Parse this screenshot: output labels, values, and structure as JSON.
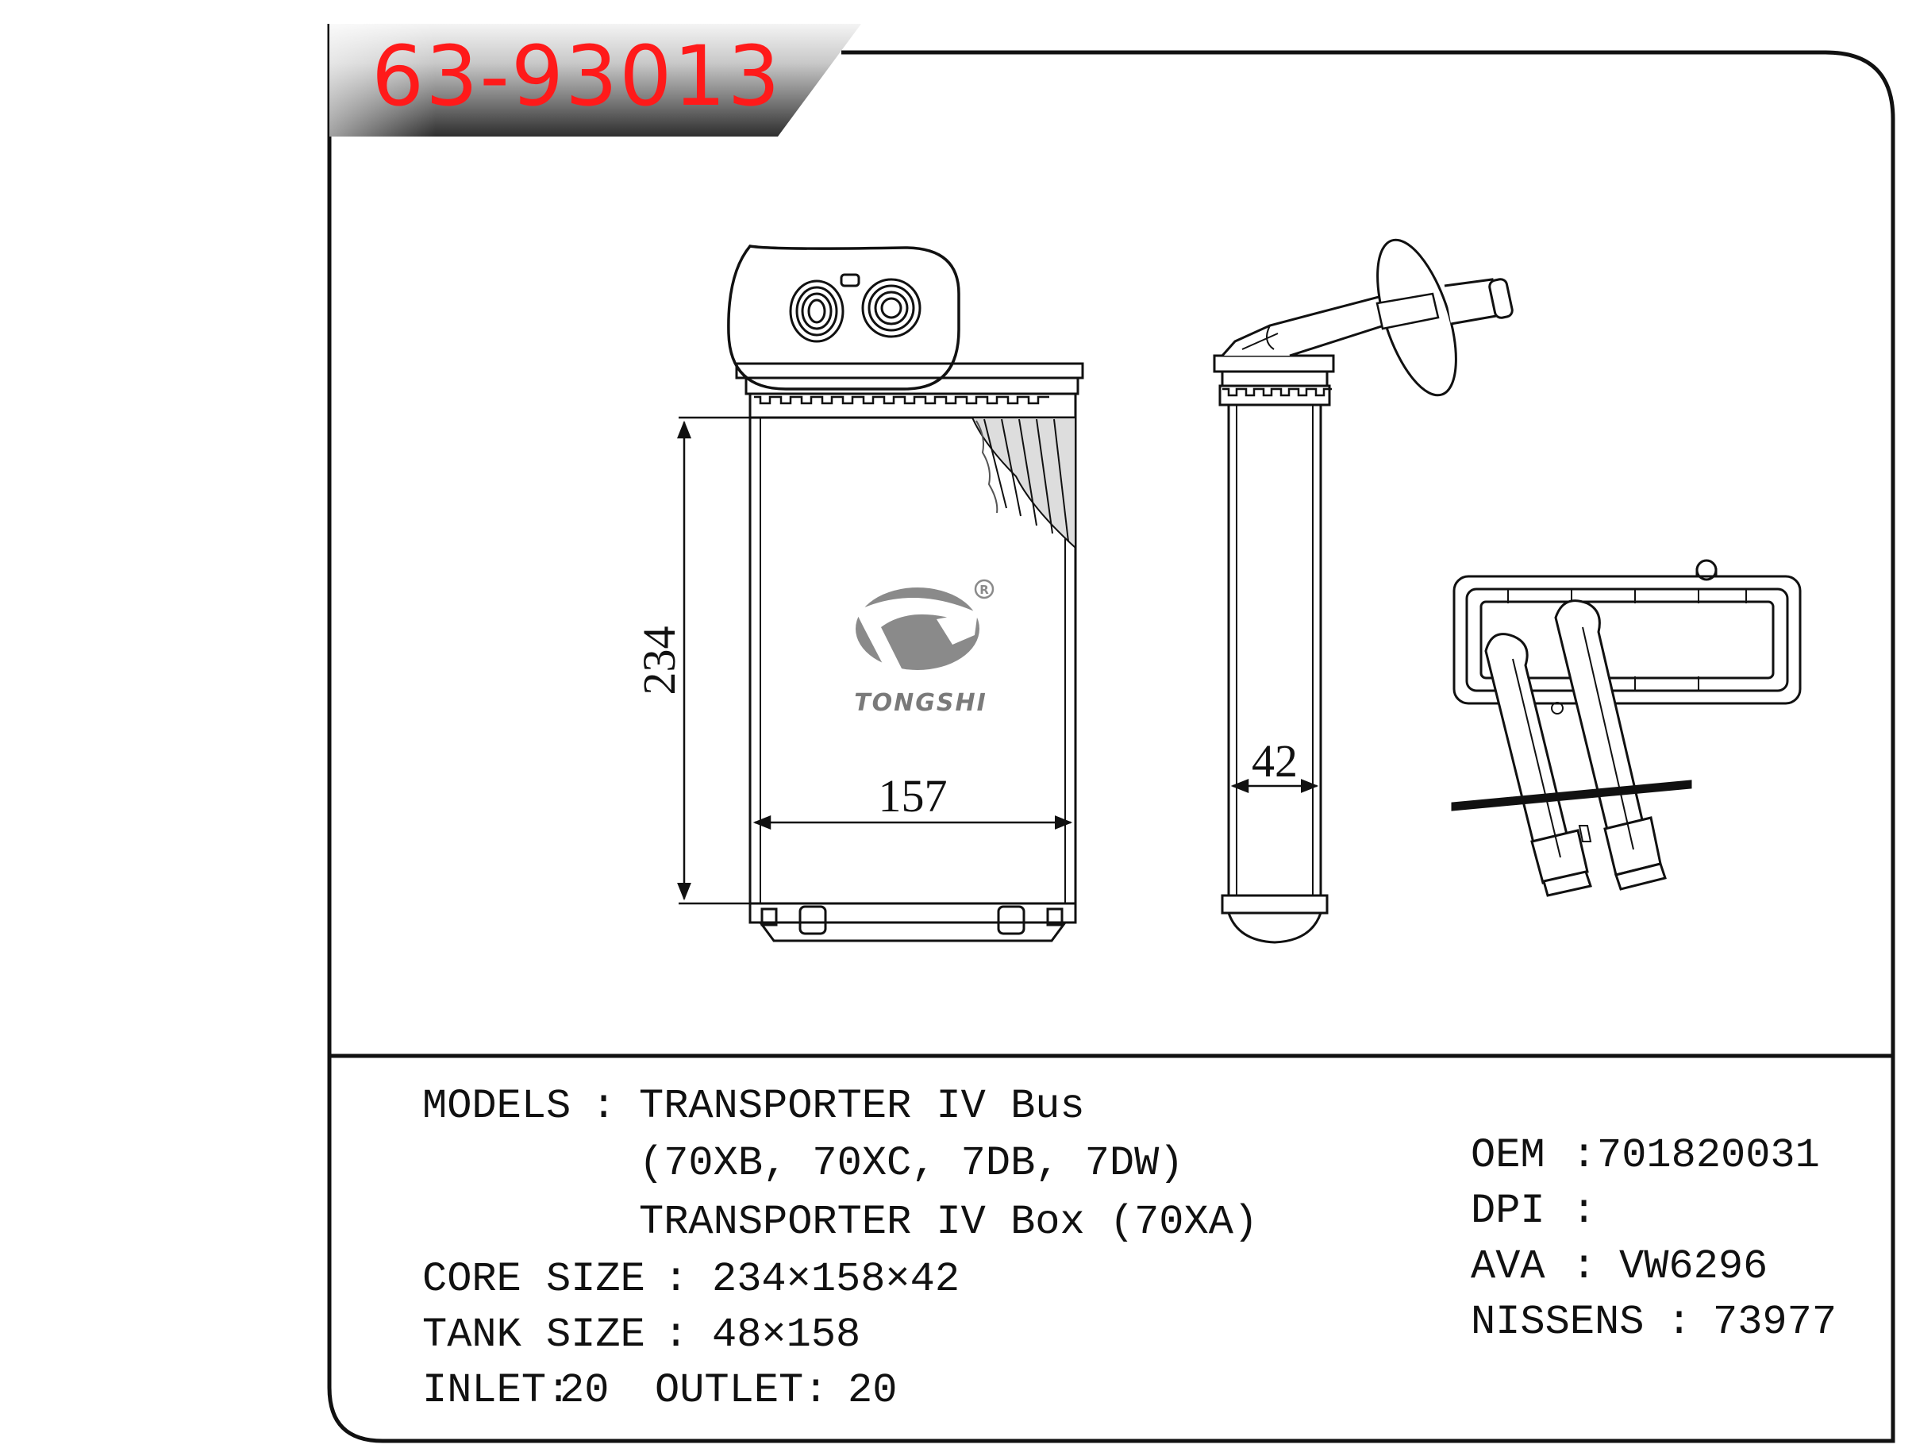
{
  "part_number": "63-93013",
  "brand": {
    "name": "TONGSHI",
    "registered_mark": "R"
  },
  "dimensions": {
    "height": "234",
    "width": "157",
    "depth": "42"
  },
  "specs": {
    "models_label": "MODELS",
    "models_sep": ":",
    "models_line1": "TRANSPORTER IV Bus",
    "models_line2": "(70XB, 70XC, 7DB, 7DW)",
    "models_line3": "TRANSPORTER IV Box (70XA)",
    "core_size_label": "CORE SIZE",
    "core_size_value": "234×158×42",
    "tank_size_label": "TANK SIZE",
    "tank_size_value": "48×158",
    "inlet_label": "INLET:",
    "inlet_value": "20",
    "outlet_label": "OUTLET:",
    "outlet_value": "20"
  },
  "cross_refs": [
    {
      "label": "OEM",
      "sep": ":",
      "value": "701820031"
    },
    {
      "label": "DPI",
      "sep": ":",
      "value": ""
    },
    {
      "label": "AVA",
      "sep": ":",
      "value": "VW6296"
    },
    {
      "label": "NISSENS",
      "sep": ":",
      "value": "73977"
    }
  ],
  "colors": {
    "part_number": "#ff1a1a",
    "line": "#111111",
    "logo": "#7a7a7a"
  }
}
